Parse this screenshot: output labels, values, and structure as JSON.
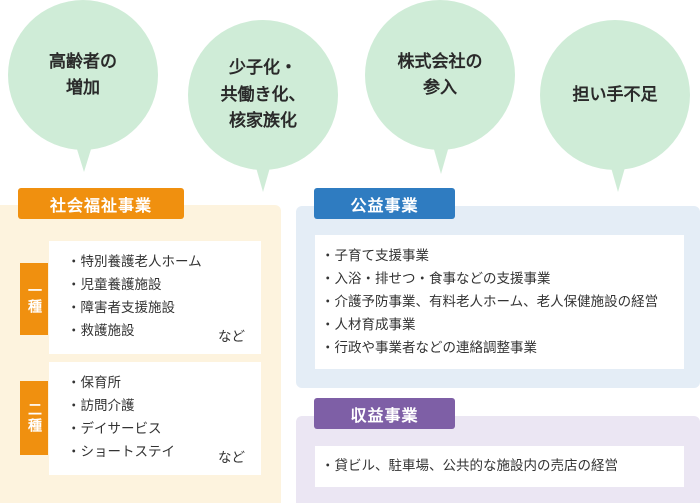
{
  "bubbles": [
    {
      "label": "高齢者の\n増加"
    },
    {
      "label": "少子化・\n共働き化、\n核家族化"
    },
    {
      "label": "株式会社の\n参入"
    },
    {
      "label": "担い手不足"
    }
  ],
  "social_welfare": {
    "title": "社会福祉事業",
    "type1": {
      "label": "一種",
      "items": [
        "・特別養護老人ホーム",
        "・児童養護施設",
        "・障害者支援施設",
        "・救護施設"
      ],
      "etc": "など"
    },
    "type2": {
      "label": "二種",
      "items": [
        "・保育所",
        "・訪問介護",
        "・デイサービス",
        "・ショートステイ"
      ],
      "etc": "など"
    }
  },
  "public_interest": {
    "title": "公益事業",
    "items": [
      "・子育て支援事業",
      "・入浴・排せつ・食事などの支援事業",
      "・介護予防事業、有料老人ホーム、老人保健施設の経営",
      "・人材育成事業",
      "・行政や事業者などの連絡調整事業"
    ]
  },
  "profit": {
    "title": "収益事業",
    "items": [
      "・貸ビル、駐車場、公共的な施設内の売店の経営"
    ]
  },
  "colors": {
    "bubble": "#cfecd7",
    "social_tab": "#f0900f",
    "social_panel": "#fdf3de",
    "public_tab": "#2f7cc1",
    "public_panel": "#e4edf6",
    "profit_tab": "#7e5fa6",
    "profit_panel": "#ebe6f3"
  }
}
